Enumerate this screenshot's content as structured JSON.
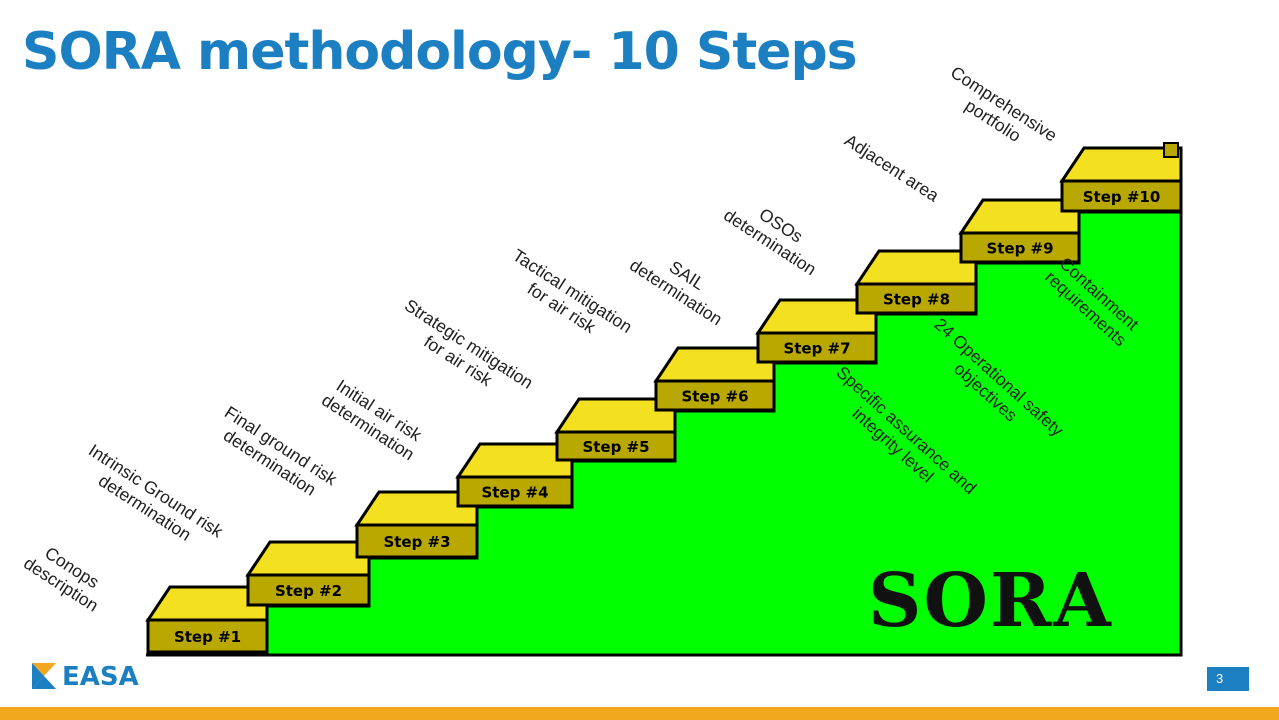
{
  "title": "SORA methodology- 10 Steps",
  "brand": "SORA",
  "logo_text": "EASA",
  "page_number": "3",
  "colors": {
    "title": "#1b7fc1",
    "green": "#00ff00",
    "step_face": "#b8a800",
    "step_top": "#f3e021",
    "footer": "#f2a81e"
  },
  "steps": [
    {
      "id": 1,
      "label": "Step #1",
      "text": "Conops\ndescription"
    },
    {
      "id": 2,
      "label": "Step #2",
      "text": "Intrinsic Ground risk\ndetermination"
    },
    {
      "id": 3,
      "label": "Step #3",
      "text": "Final ground risk\ndetermination"
    },
    {
      "id": 4,
      "label": "Step #4",
      "text": "Initial air risk\ndetermination"
    },
    {
      "id": 5,
      "label": "Step #5",
      "text": "Strategic mitigation\nfor air risk"
    },
    {
      "id": 6,
      "label": "Step #6",
      "text": "Tactical mitigation\nfor air risk"
    },
    {
      "id": 7,
      "label": "Step #7",
      "text": "SAIL\ndetermination"
    },
    {
      "id": 8,
      "label": "Step #8",
      "text": "OSOs\ndetermination"
    },
    {
      "id": 9,
      "label": "Step #9",
      "text": "Adjacent area"
    },
    {
      "id": 10,
      "label": "Step #10",
      "text": "Comprehensive\nportfolio"
    }
  ],
  "outputs": [
    {
      "text": "Specific assurance and\nintegrity level"
    },
    {
      "text": "24 Operational safety\nobjectives"
    },
    {
      "text": "Containment\nrequirements"
    }
  ]
}
